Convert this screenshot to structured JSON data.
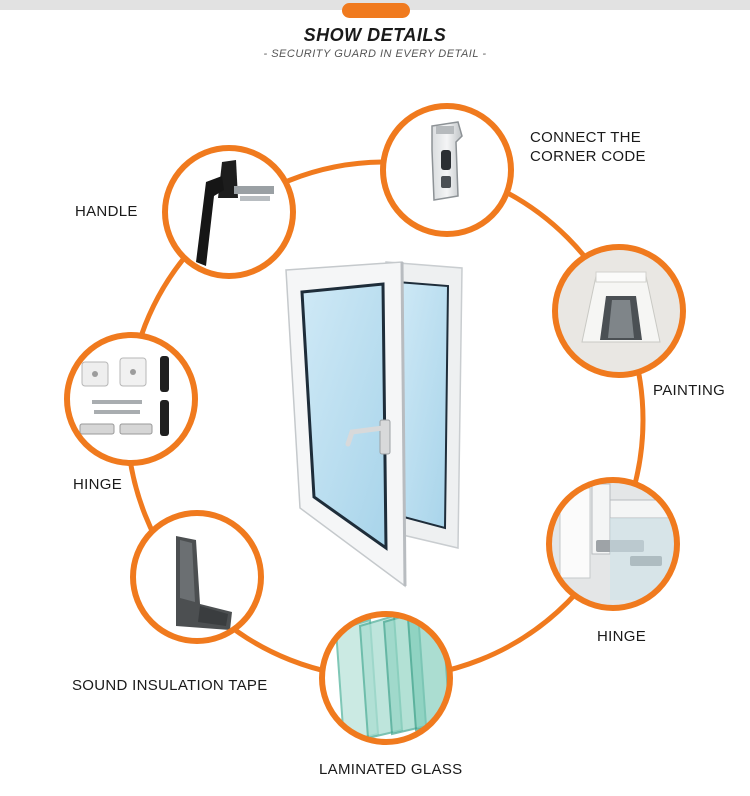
{
  "header": {
    "title": "SHOW DETAILS",
    "subtitle": "- SECURITY GUARD IN EVERY DETAIL -"
  },
  "colors": {
    "accent": "#f07a1e",
    "text": "#1a1a1a",
    "ring": "#f07a1e"
  },
  "details": [
    {
      "label_line1": "CONNECT THE",
      "label_line2": "CORNER CODE",
      "icon": "corner-connector-icon"
    },
    {
      "label": "HANDLE",
      "icon": "window-handle-icon"
    },
    {
      "label": "PAINTING",
      "icon": "painted-profile-icon"
    },
    {
      "label": "HINGE",
      "icon": "hinge-kit-icon"
    },
    {
      "label": "HINGE",
      "icon": "frame-hinge-icon"
    },
    {
      "label": "SOUND INSULATION TAPE",
      "icon": "sealing-strip-icon"
    },
    {
      "label": "LAMINATED GLASS",
      "icon": "glass-panes-icon"
    }
  ]
}
